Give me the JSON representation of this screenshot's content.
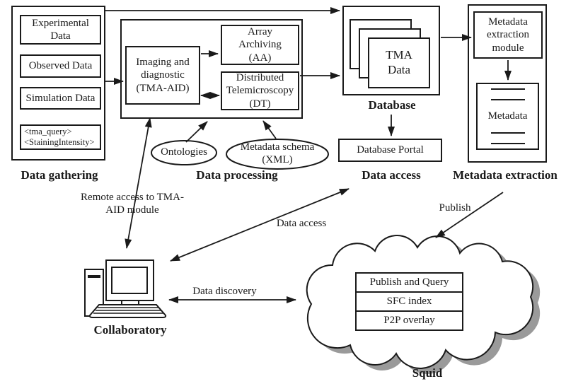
{
  "figure": {
    "data_gathering": {
      "label": "Data gathering",
      "experimental": [
        "Experimental",
        "Data"
      ],
      "observed": "Observed Data",
      "simulation": "Simulation Data",
      "query": [
        "<tma_query>",
        "<StainingIntensity>"
      ]
    },
    "data_processing": {
      "label": "Data processing",
      "imaging": [
        "Imaging and",
        "diagnostic",
        "(TMA-AID)"
      ],
      "array_archiving": [
        "Array",
        "Archiving",
        "(AA)"
      ],
      "telemicroscopy": [
        "Distributed",
        "Telemicroscopy",
        "(DT)"
      ],
      "ontologies": "Ontologies",
      "metadata_schema": [
        "Metadata schema",
        "(XML)"
      ]
    },
    "database": {
      "label": "Database",
      "tma_data": [
        "TMA",
        "Data"
      ]
    },
    "data_access": {
      "label": "Data access",
      "portal": "Database Portal"
    },
    "metadata_extraction": {
      "label": "Metadata extraction",
      "module": [
        "Metadata",
        "extraction",
        "module"
      ],
      "metadata": "Metadata"
    },
    "collaboratory": {
      "label": "Collaboratory"
    },
    "squid": {
      "label": "Squid",
      "layers": [
        "Publish and Query",
        "SFC index",
        "P2P overlay"
      ]
    },
    "edges": {
      "remote_access": [
        "Remote access to TMA-",
        "AID module"
      ],
      "data_access": "Data access",
      "data_discovery": "Data discovery",
      "publish": "Publish"
    },
    "icons": {
      "computer": "computer-icon",
      "cloud": "cloud-icon"
    },
    "colors": {
      "line": "#1a1a1a",
      "cloud_shadow": "#9a9a9a",
      "background": "#ffffff"
    }
  }
}
